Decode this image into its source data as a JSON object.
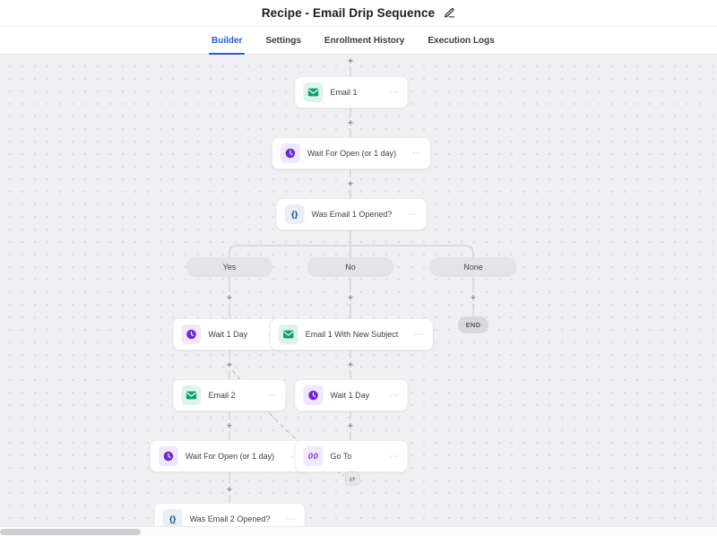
{
  "header": {
    "title": "Recipe - Email Drip Sequence"
  },
  "tabs": {
    "builder": "Builder",
    "settings": "Settings",
    "enrollment": "Enrollment History",
    "logs": "Execution Logs"
  },
  "glyphs": {
    "plus": "+",
    "ellipsis": "⋯",
    "braces": "{}",
    "goto": "00",
    "goto_target": "⇄"
  },
  "branches": {
    "yes": "Yes",
    "no": "No",
    "none": "None",
    "end": "END"
  },
  "nodes": {
    "email1": {
      "label": "Email 1",
      "type": "email"
    },
    "wait_open_1": {
      "label": "Wait For Open (or 1 day)",
      "type": "wait"
    },
    "was_email1_opened": {
      "label": "Was Email 1 Opened?",
      "type": "condition"
    },
    "wait_1_day_yes": {
      "label": "Wait 1 Day",
      "type": "wait"
    },
    "email1_new_subject": {
      "label": "Email 1 With New Subject",
      "type": "email"
    },
    "email2": {
      "label": "Email 2",
      "type": "email"
    },
    "wait_1_day_no": {
      "label": "Wait 1 Day",
      "type": "wait"
    },
    "wait_open_2": {
      "label": "Wait For Open (or 1 day)",
      "type": "wait"
    },
    "goto": {
      "label": "Go To",
      "type": "goto"
    },
    "was_email2_opened": {
      "label": "Was Email 2 Opened?",
      "type": "condition"
    }
  },
  "colors": {
    "accent_blue": "#2b59d8",
    "purple": "#6d28d9",
    "green": "#0e9f6e",
    "canvas_bg": "#f0f0f2",
    "wire": "#cdcdd3"
  }
}
